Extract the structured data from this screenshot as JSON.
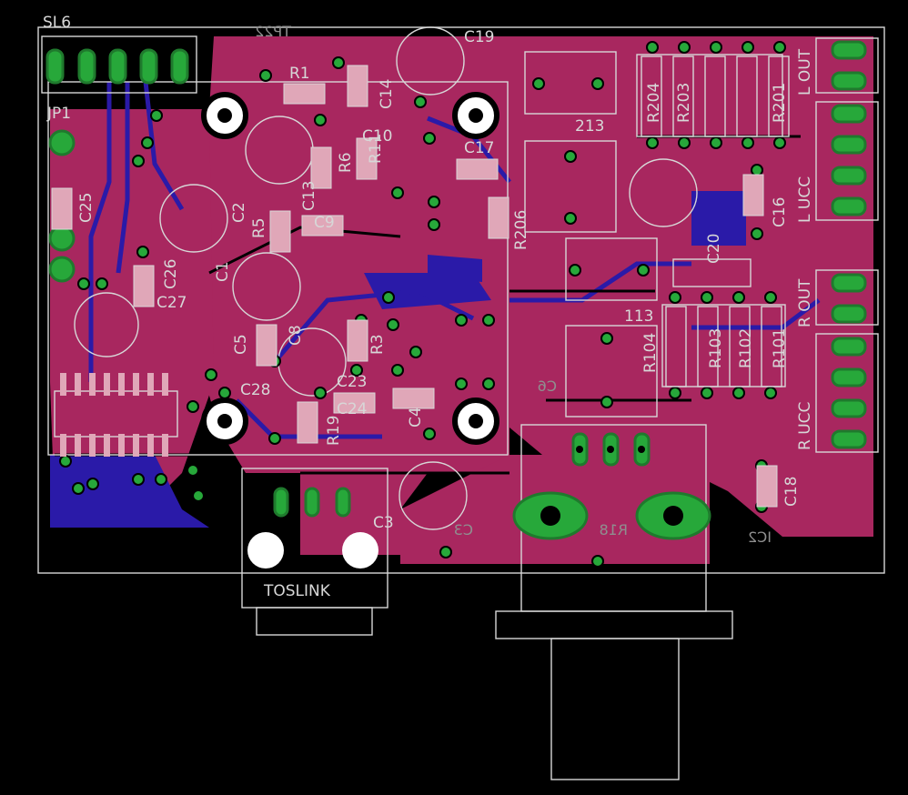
{
  "colors": {
    "background": "#000000",
    "top_copper": "#a8275f",
    "bottom_copper": "#2a1aa8",
    "pad": "#27a83a",
    "pad_outline": "#1f7a2d",
    "silkscreen": "#d7d7d7",
    "mirrored_silk": "#8f8f8f",
    "smd_pad": "#e0a7b8"
  },
  "labels": {
    "sl6": "SL6",
    "jp1": "JP1",
    "c19": "C19",
    "c17": "C17",
    "c14": "C14",
    "c10": "C10",
    "c9": "C9",
    "c13": "C13",
    "c2": "C2",
    "c1": "C1",
    "c25": "C25",
    "c26": "C26",
    "c27": "C27",
    "c5": "C5",
    "c8": "C8",
    "c23": "C23",
    "c24": "C24",
    "c4": "C4",
    "c28": "C28",
    "c3": "C3",
    "c16": "C16",
    "c20": "C20",
    "c18": "C18",
    "r1": "R1",
    "r3": "R3",
    "r5": "R5",
    "r6": "R6",
    "r11": "R11",
    "r19": "R19",
    "r201": "R201",
    "r203": "R203",
    "r204": "R204",
    "r206": "R206",
    "r101": "R101",
    "r102": "R102",
    "r103": "R103",
    "r104": "R104",
    "p213": "213",
    "p113": "113",
    "l_out": "L OUT",
    "l_ucc": "L UCC",
    "r_out": "R OUT",
    "r_ucc": "R UCC",
    "toslink": "TOSLINK",
    "c6_mirror": "C6",
    "c3_mirror": "C3",
    "r18_mirror": "R18",
    "ic2_mirror": "IC2",
    "tp22_mirror": "TP22"
  }
}
